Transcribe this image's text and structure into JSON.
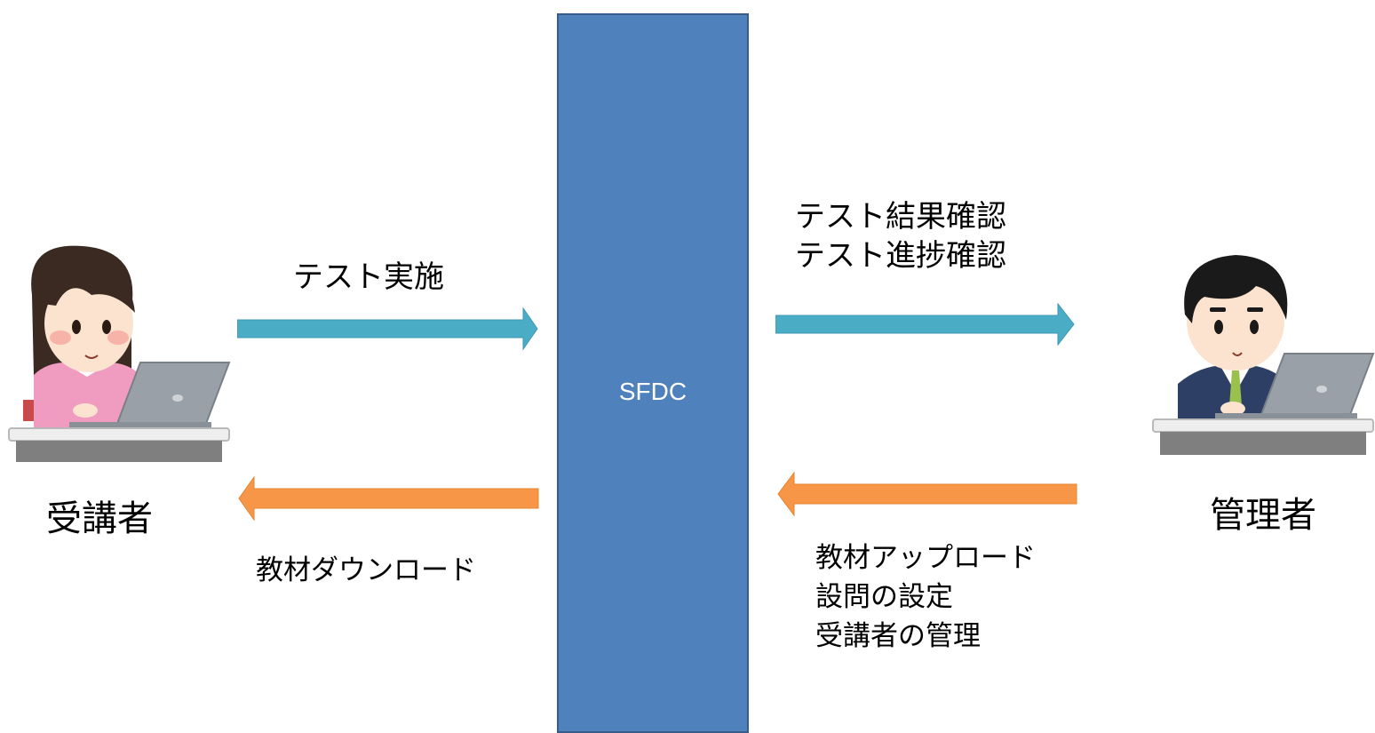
{
  "system": {
    "label": "SFDC"
  },
  "student": {
    "label": "受講者"
  },
  "admin": {
    "label": "管理者"
  },
  "flows": {
    "student_to_system": {
      "label": "テスト実施"
    },
    "system_to_student": {
      "label": "教材ダウンロード"
    },
    "system_to_admin": {
      "lines": [
        "テスト結果確認",
        "テスト進捗確認"
      ]
    },
    "admin_to_system": {
      "lines": [
        "教材アップロード",
        "設問の設定",
        "受講者の管理"
      ]
    }
  },
  "colors": {
    "system_fill": "#4f81bd",
    "arrow_teal": "#4bacc6",
    "arrow_orange": "#f79646"
  }
}
